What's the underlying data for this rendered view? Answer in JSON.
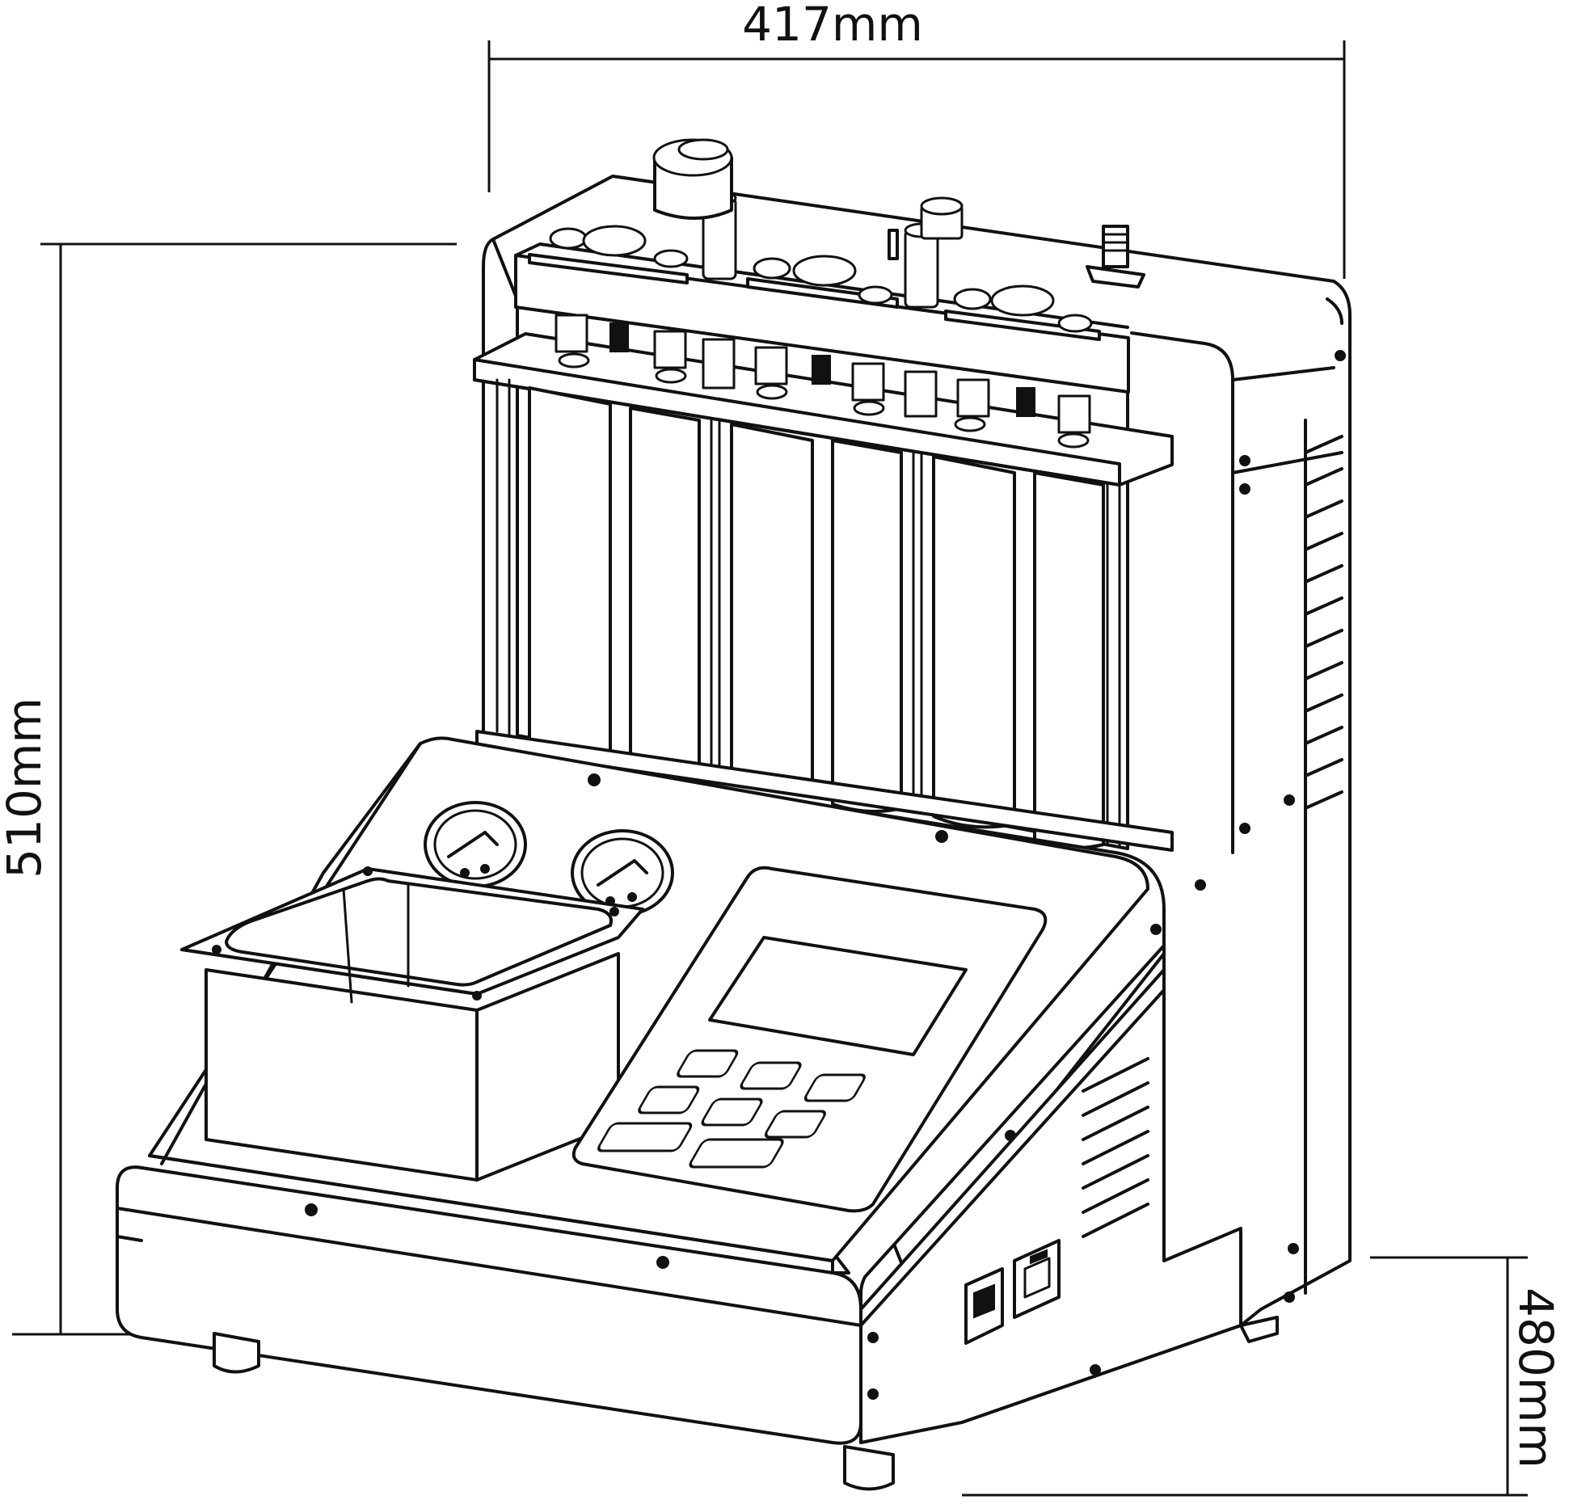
{
  "dimensions": {
    "width": "417mm",
    "height": "510mm",
    "depth": "480mm"
  },
  "colors": {
    "stroke": "#111111",
    "background": "#ffffff"
  }
}
